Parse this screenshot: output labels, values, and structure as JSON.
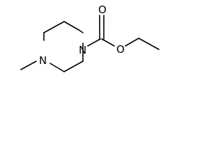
{
  "molecule": {
    "atom_labels": {
      "n1": "N",
      "n4": "N",
      "o_carbonyl": "O",
      "o_ester": "O"
    },
    "bond_color": "#000000",
    "background_color": "#ffffff"
  }
}
